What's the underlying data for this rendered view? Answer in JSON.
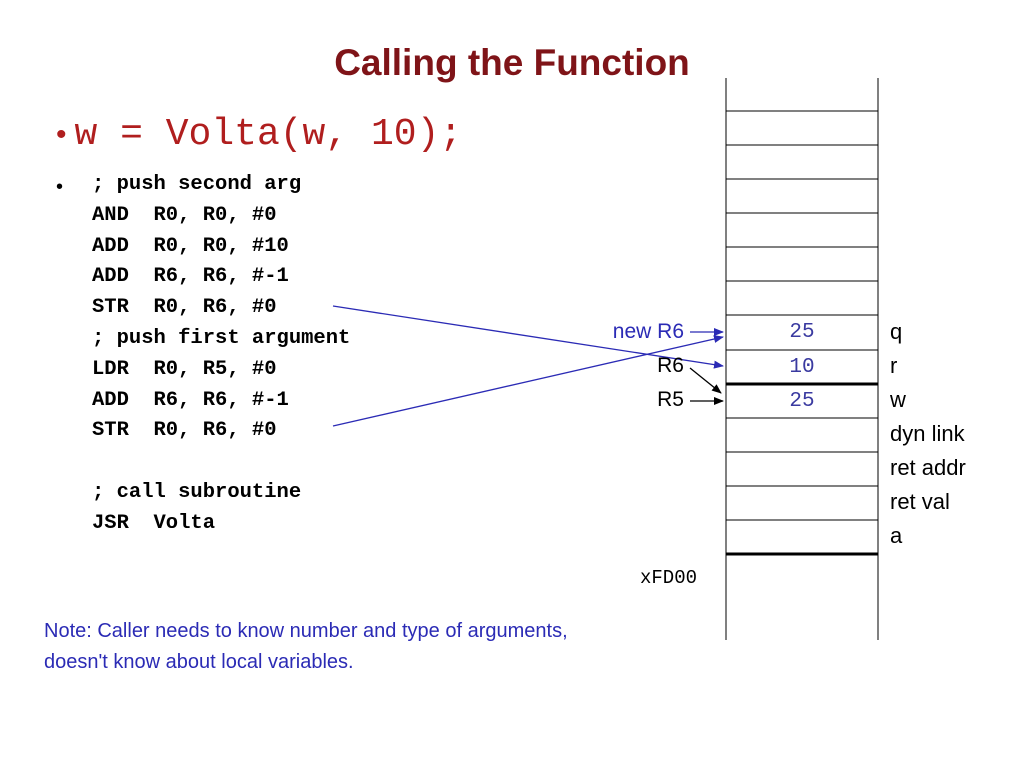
{
  "slide": {
    "title": "Calling the Function"
  },
  "main_bullet": {
    "code": "w = Volta(w, 10);"
  },
  "code_lines": [
    "; push second arg",
    "AND  R0, R0, #0",
    "ADD  R0, R0, #10",
    "ADD  R6, R6, #-1",
    "STR  R0, R6, #0",
    "; push first argument",
    "LDR  R0, R5, #0",
    "ADD  R6, R6, #-1",
    "STR  R0, R6, #0",
    "",
    "; call subroutine",
    "JSR  Volta"
  ],
  "stack": {
    "cell_values": [
      "25",
      "10",
      "25"
    ],
    "pointer_labels": [
      "new R6",
      "R6",
      "R5"
    ],
    "entry_labels": [
      "q",
      "r",
      "w",
      "dyn link",
      "ret addr",
      "ret val",
      "a"
    ],
    "base_address": "xFD00"
  },
  "note": {
    "line1": "Note: Caller needs to know number and type of arguments,",
    "line2": "doesn't know about local variables."
  },
  "colors": {
    "title": "#7f1418",
    "main_bullet": "#b01e1e",
    "accent_blue": "#2b2bb5",
    "cell_value": "#3a3aa0",
    "arrow": "#2b2bb5"
  }
}
